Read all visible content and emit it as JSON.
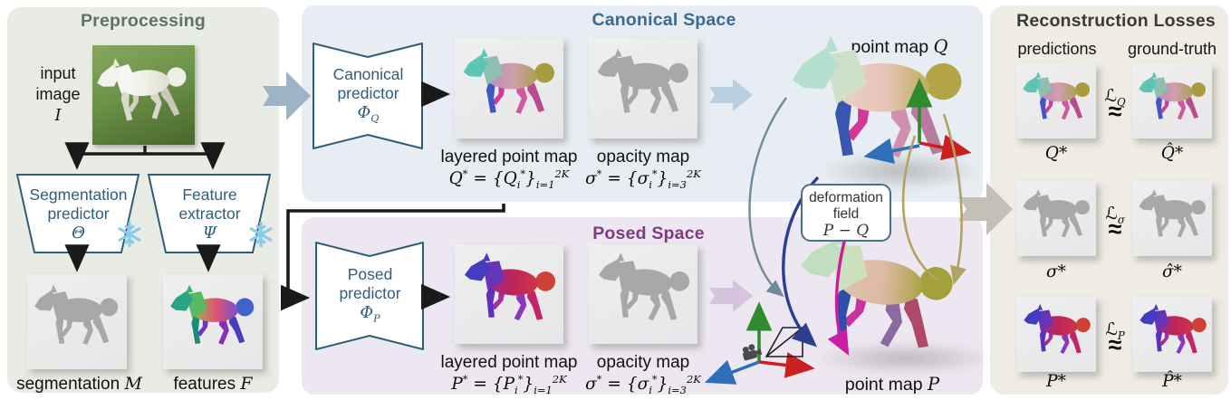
{
  "colors": {
    "panel_pre": "#e9ece4",
    "panel_canonical": "#e7edf3",
    "panel_posed": "#ece7f0",
    "panel_losses": "#efece3",
    "title_pre": "#5c7365",
    "title_canonical": "#3c6a90",
    "title_posed": "#7d3c80",
    "title_losses": "#3a3a36",
    "predictor_stroke": "#2f5d7c",
    "arrow_pre": "#9db4c6",
    "arrow_canonical": "#b9cfe2",
    "arrow_posed": "#d6c3dd",
    "arrow_losses": "#c4c0b8",
    "axis_x": "#cc1f1f",
    "axis_y": "#2e8b2e",
    "axis_z": "#2f6eb8",
    "snowflake": "#8ccbe8",
    "connector": "#1a1a1a",
    "curve_slate": "#6f8b99",
    "curve_navy": "#2c3e8f",
    "curve_magenta": "#cb1ca2",
    "curve_tan": "#b3a266"
  },
  "preprocessing": {
    "title": "Preprocessing",
    "input_line1": "input",
    "input_line2": "image",
    "input_var": "I",
    "seg_line1": "Segmentation",
    "seg_line2": "predictor",
    "seg_symbol": "Θ",
    "feat_line1": "Feature",
    "feat_line2": "extractor",
    "feat_symbol": "Ψ",
    "seg_caption": "segmentation",
    "seg_caption_var": "M",
    "feat_caption": "features",
    "feat_caption_var": "F"
  },
  "canonical": {
    "title": "Canonical Space",
    "pred_line1": "Canonical",
    "pred_line2": "predictor",
    "pred_symbol": [
      [
        "t",
        "Φ"
      ],
      [
        "sub",
        "Q"
      ]
    ],
    "layered_caption": "layered point map",
    "layered_formula": [
      [
        "t",
        "Q"
      ],
      [
        "sup",
        "*"
      ],
      [
        "t",
        " = {"
      ],
      [
        "t",
        "Q"
      ],
      [
        "sub",
        "i"
      ],
      [
        "sup",
        "*"
      ],
      [
        "t",
        "}"
      ],
      [
        "sub",
        "i=1"
      ],
      [
        "sup",
        "2K"
      ]
    ],
    "opacity_caption": "opacity map",
    "opacity_formula": [
      [
        "t",
        "σ"
      ],
      [
        "sup",
        "*"
      ],
      [
        "t",
        " = {"
      ],
      [
        "t",
        "σ"
      ],
      [
        "sub",
        "i"
      ],
      [
        "sup",
        "*"
      ],
      [
        "t",
        "}"
      ],
      [
        "sub",
        "i=3"
      ],
      [
        "sup",
        "2K"
      ]
    ],
    "pointmap_label": "point map",
    "pointmap_var": "Q"
  },
  "posed": {
    "title": "Posed Space",
    "pred_line1": "Posed",
    "pred_line2": "predictor",
    "pred_symbol": [
      [
        "t",
        "Φ"
      ],
      [
        "sub",
        "P"
      ]
    ],
    "layered_caption": "layered point map",
    "layered_formula": [
      [
        "t",
        "P"
      ],
      [
        "sup",
        "*"
      ],
      [
        "t",
        " = {"
      ],
      [
        "t",
        "P"
      ],
      [
        "sub",
        "i"
      ],
      [
        "sup",
        "*"
      ],
      [
        "t",
        "}"
      ],
      [
        "sub",
        "i=1"
      ],
      [
        "sup",
        "2K"
      ]
    ],
    "opacity_caption": "opacity map",
    "opacity_formula": [
      [
        "t",
        "σ"
      ],
      [
        "sup",
        "*"
      ],
      [
        "t",
        " = {"
      ],
      [
        "t",
        "σ"
      ],
      [
        "sub",
        "i"
      ],
      [
        "sup",
        "*"
      ],
      [
        "t",
        "}"
      ],
      [
        "sub",
        "i=3"
      ],
      [
        "sup",
        "2K"
      ]
    ],
    "pointmap_label": "point map",
    "pointmap_var": "P"
  },
  "deformation": {
    "line1": "deformation",
    "line2": "field",
    "formula": "P − Q"
  },
  "losses": {
    "title": "Reconstruction Losses",
    "col_predictions": "predictions",
    "col_ground_truth": "ground-truth",
    "rows": [
      {
        "loss": [
          [
            "t",
            "ℒ"
          ],
          [
            "sub",
            "Q"
          ]
        ],
        "approx": "≈",
        "pred": "Q*",
        "gt": "Q̂*"
      },
      {
        "loss": [
          [
            "t",
            "ℒ"
          ],
          [
            "sub",
            "σ"
          ]
        ],
        "approx": "≈",
        "pred": "σ*",
        "gt": "σ̂*"
      },
      {
        "loss": [
          [
            "t",
            "ℒ"
          ],
          [
            "sub",
            "P"
          ]
        ],
        "approx": "≈",
        "pred": "P*",
        "gt": "P̂*"
      }
    ]
  },
  "illustrations": {
    "input_photo": "white horse galloping on grass",
    "horse_image": "stylized horse silhouette"
  }
}
